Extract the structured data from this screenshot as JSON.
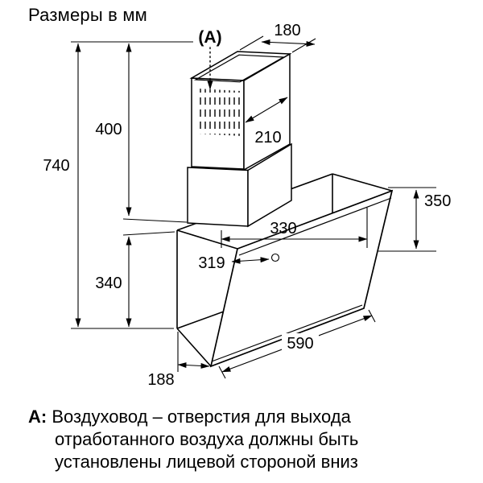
{
  "title": "Размеры в мм",
  "callout_label": "(A)",
  "dims": {
    "d180": "180",
    "d210": "210",
    "d400": "400",
    "d740": "740",
    "d340": "340",
    "d330": "330",
    "d319": "319",
    "d350": "350",
    "d590": "590",
    "d188": "188"
  },
  "note": {
    "label": "A:",
    "lines": [
      "Воздуховод – отверстия для выхода",
      "отработанного воздуха должны быть",
      "установлены лицевой стороной вниз"
    ]
  },
  "colors": {
    "line": "#000000",
    "background": "#ffffff"
  }
}
